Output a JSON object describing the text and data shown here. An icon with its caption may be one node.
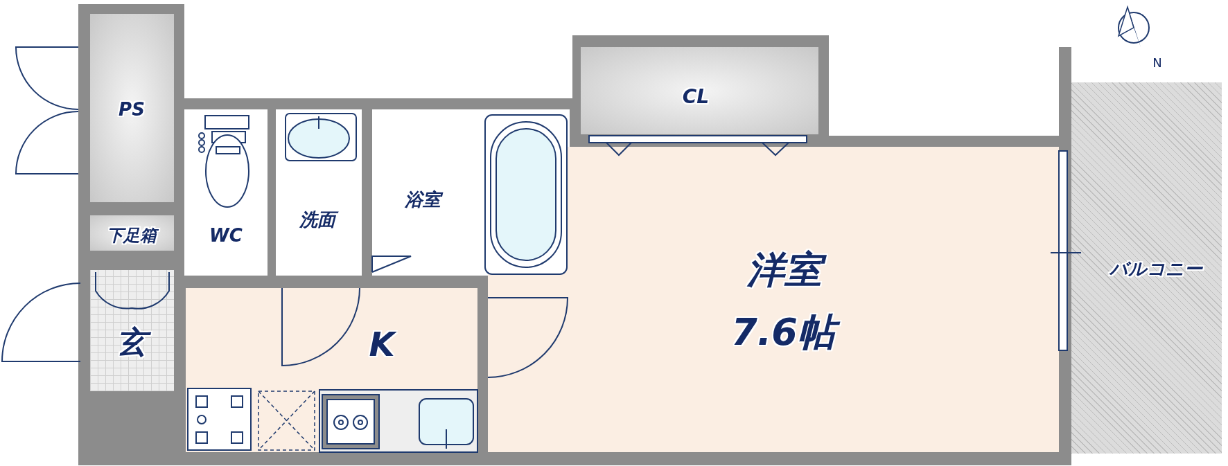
{
  "diagram": {
    "nodes": [
      {
        "text": [
          "PS"
        ]
      },
      {
        "text": [
          "下足箱"
        ]
      },
      {
        "text": [
          "玄"
        ]
      },
      {
        "text": [
          "WC"
        ]
      },
      {
        "text": [
          "洗面"
        ]
      },
      {
        "text": [
          "浴室"
        ]
      },
      {
        "text": [
          "CL"
        ]
      },
      {
        "text": [
          "洋室",
          "7.6帖"
        ]
      },
      {
        "text": [
          "K"
        ]
      },
      {
        "text": [
          "バルコニー"
        ]
      }
    ],
    "labels": [
      "N"
    ]
  }
}
